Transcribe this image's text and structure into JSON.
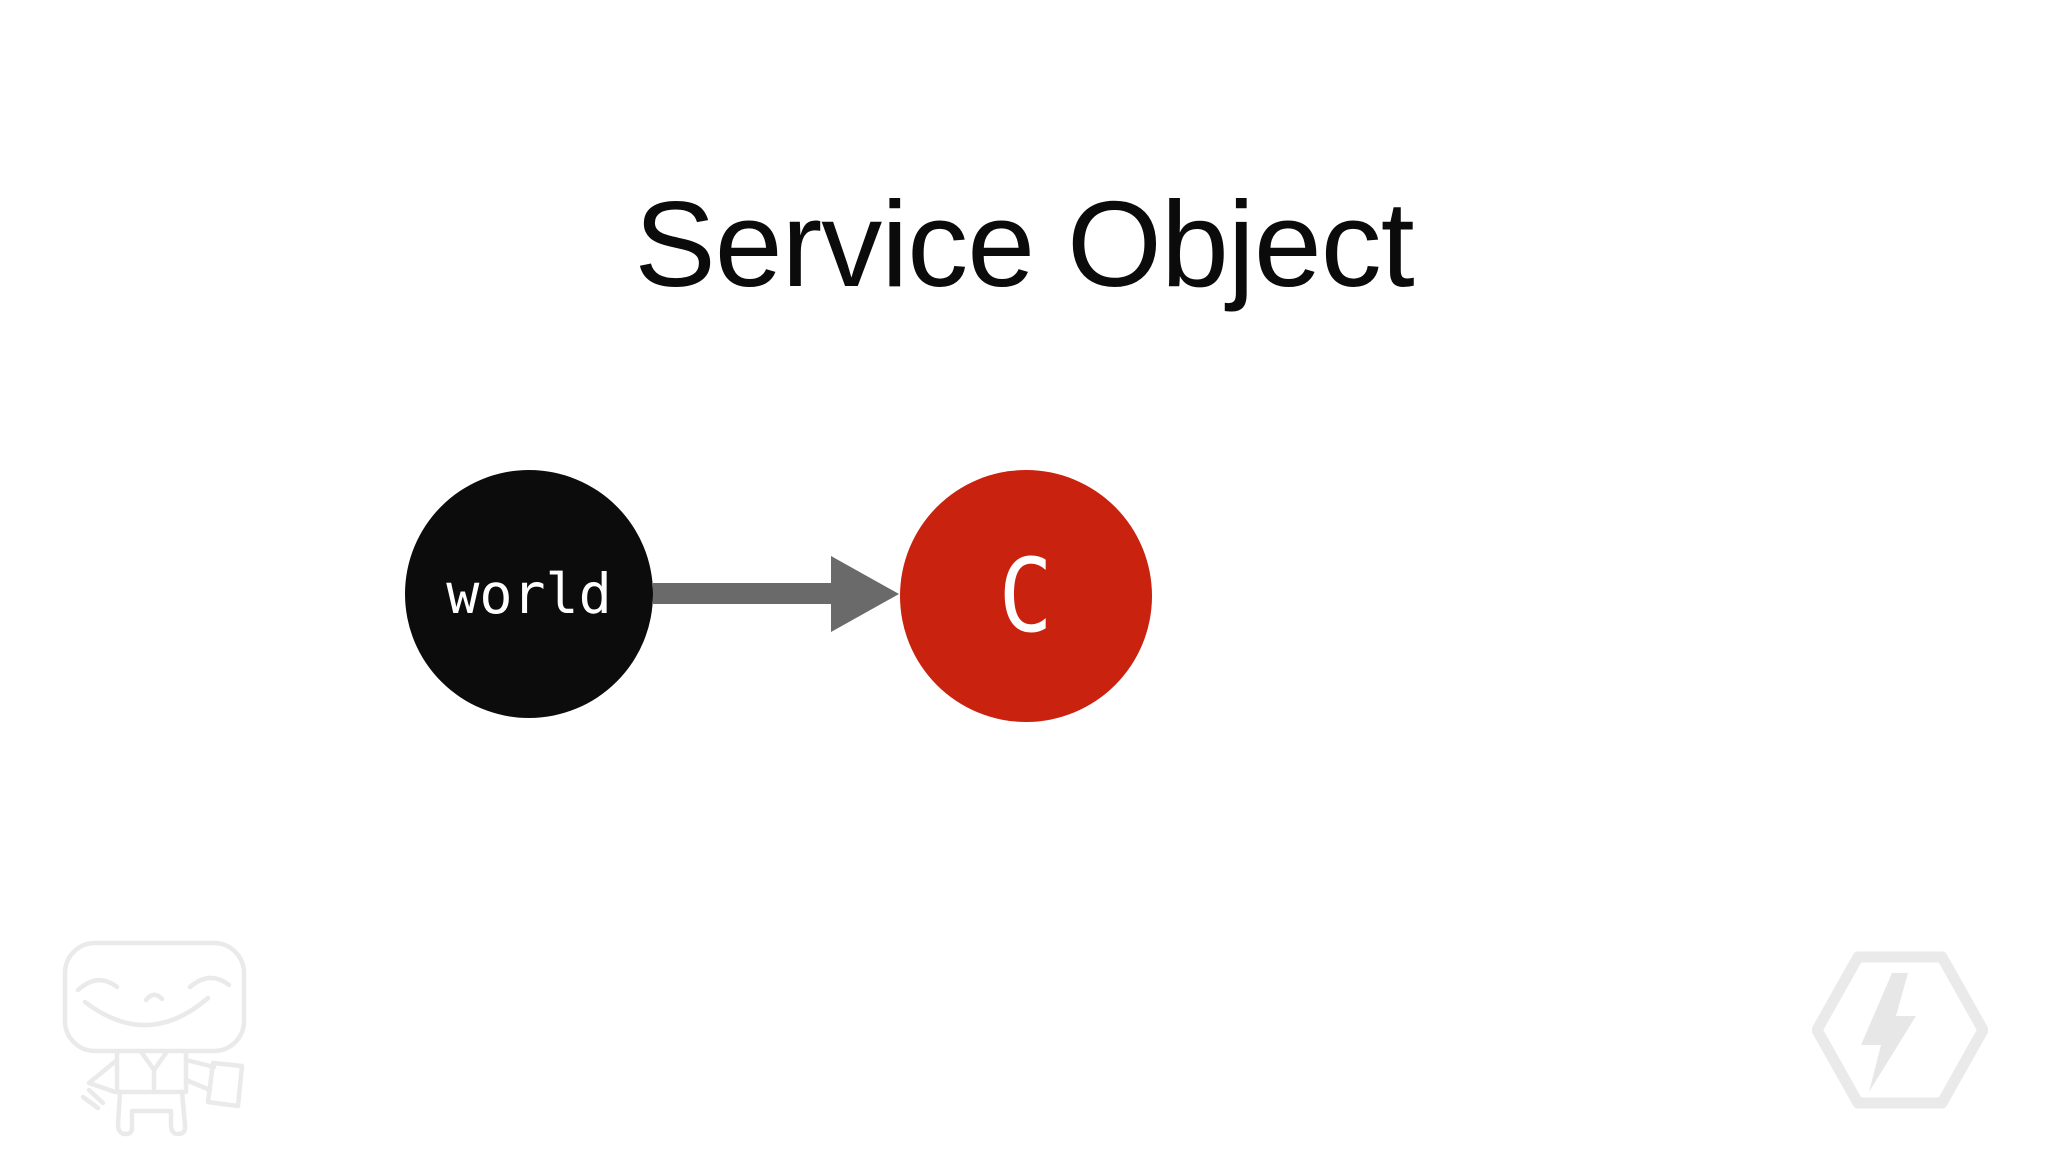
{
  "slide": {
    "title": "Service Object",
    "title_color": "#0b0b0b",
    "background": "#ffffff"
  },
  "diagram": {
    "nodes": [
      {
        "id": "world",
        "label": "world",
        "shape": "circle",
        "fill": "#0c0c0c",
        "text_color": "#ffffff"
      },
      {
        "id": "c",
        "label": "C",
        "shape": "circle",
        "fill": "#c9220f",
        "text_color": "#ffffff"
      }
    ],
    "edge": {
      "from": "world",
      "to": "C",
      "type": "arrow-right",
      "color": "#6a6a6a"
    }
  },
  "watermarks": {
    "mascot_icon": "smiling-robot-mascot",
    "bolt_icon": "lightning-bolt-hexagon",
    "outline_color": "#eaeaea",
    "fill_color": "#e7e7e7"
  }
}
